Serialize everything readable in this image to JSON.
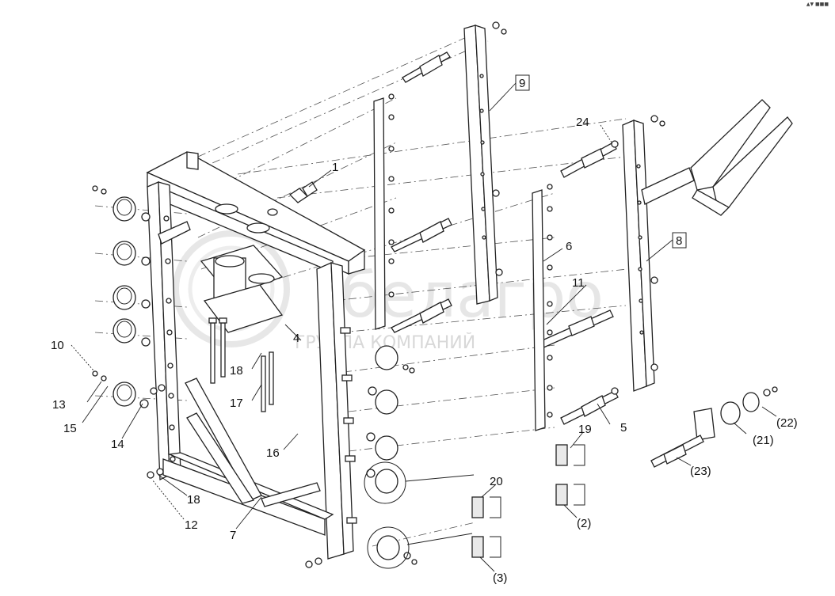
{
  "watermark": {
    "logo_text": "белагро",
    "subtitle": "ГРУППА КОМПАНИЙ"
  },
  "corner_mark": "▲▼ ■■■",
  "callouts": {
    "c1": "1",
    "c4": "4",
    "c5": "5",
    "c6": "6",
    "c7": "7",
    "c8": "8",
    "c9": "9",
    "c10": "10",
    "c11": "11",
    "c12": "12",
    "c13": "13",
    "c14": "14",
    "c15": "15",
    "c16": "16",
    "c17": "17",
    "c18a": "18",
    "c18b": "18",
    "c19": "19",
    "c20": "20",
    "c2": "(2)",
    "c3": "(3)",
    "c21": "(21)",
    "c22": "(22)",
    "c23": "(23)",
    "c24": "24"
  }
}
